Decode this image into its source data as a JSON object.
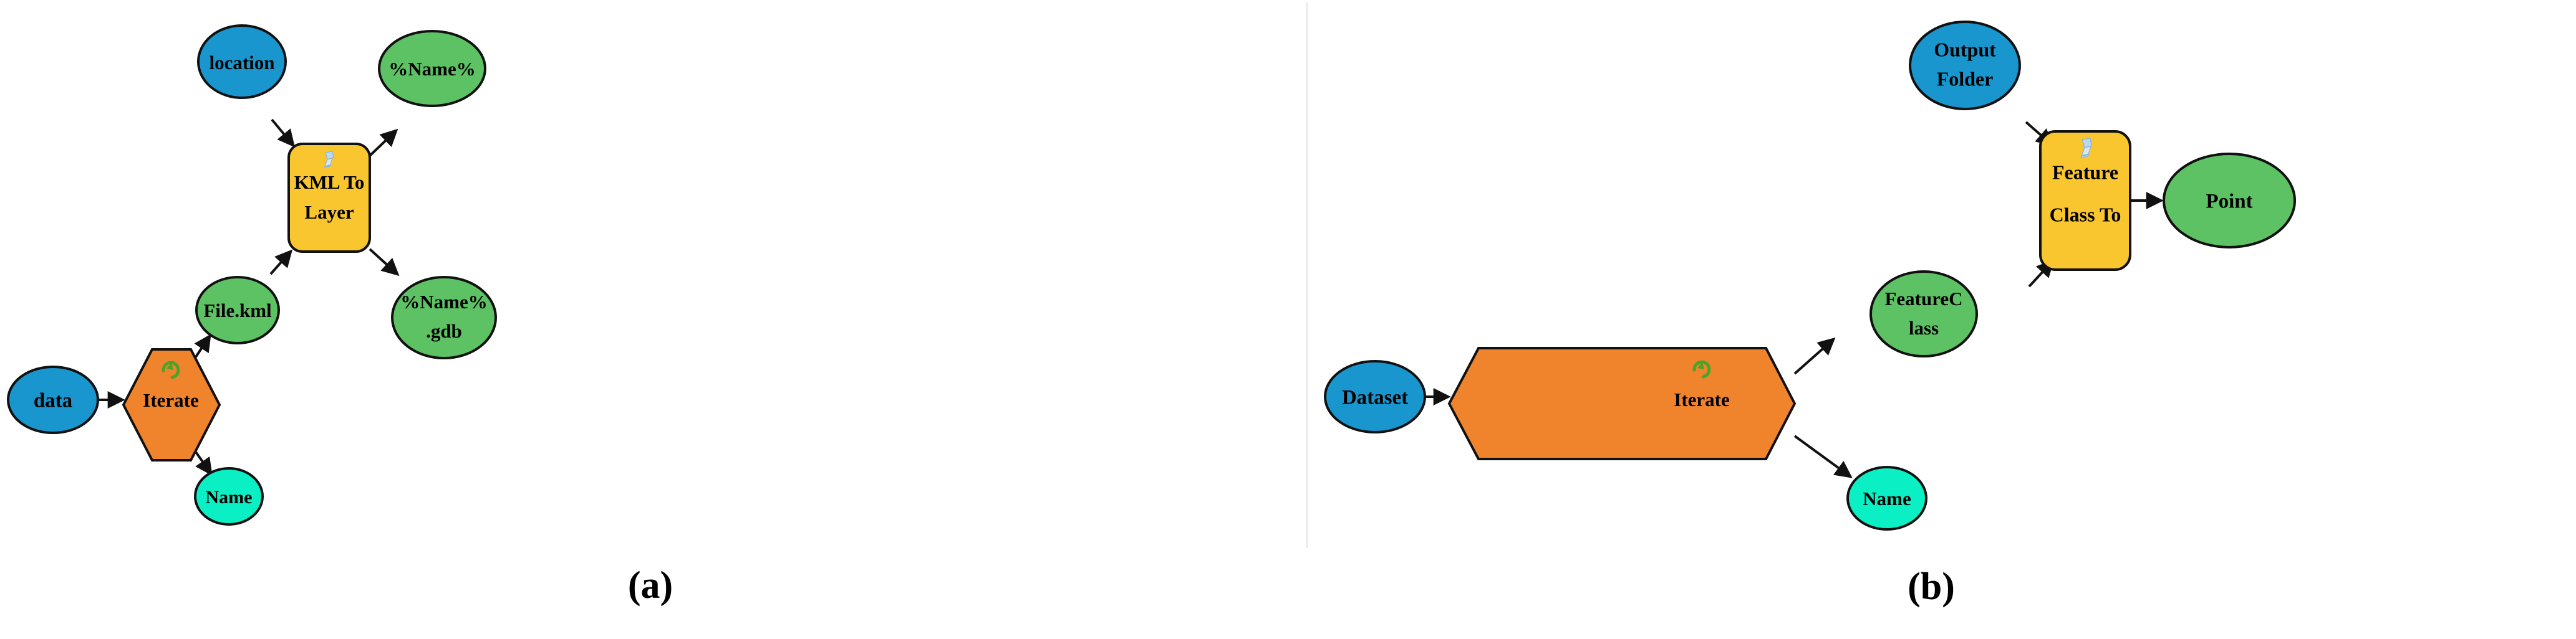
{
  "figure": {
    "type": "flowchart-pair",
    "background_color": "#ffffff",
    "divider_color": "#e9e9ea",
    "palette": {
      "blue_variable": "#1896CD",
      "green_variable": "#5DC263",
      "cyan_variable": "#0AEFC3",
      "orange_iterator": "#F0842C",
      "yellow_tool": "#FAC62F",
      "outline": "#111111",
      "text": "#000000",
      "loop_icon": "#4CA32A",
      "tool_icon": "#A8CDEA"
    }
  },
  "panels": [
    {
      "id": "panel-a",
      "caption": "(a)",
      "nodes": [
        {
          "id": "a-data",
          "label": "data",
          "lines": [
            "data"
          ],
          "shape": "ellipse",
          "role": "input-variable",
          "color": "#1896CD"
        },
        {
          "id": "a-iterate",
          "label": "Iterate",
          "lines": [
            "Iterate"
          ],
          "shape": "hexagon",
          "role": "iterator",
          "color": "#F0842C",
          "icon": "loop-icon"
        },
        {
          "id": "a-location",
          "label": "location",
          "lines": [
            "location"
          ],
          "shape": "ellipse",
          "role": "input-variable",
          "color": "#1896CD"
        },
        {
          "id": "a-filekml",
          "label": "File.kml",
          "lines": [
            "File.kml"
          ],
          "shape": "ellipse",
          "role": "derived-variable",
          "color": "#5DC263"
        },
        {
          "id": "a-name",
          "label": "Name",
          "lines": [
            "Name"
          ],
          "shape": "ellipse",
          "role": "derived-variable",
          "color": "#0AEFC3"
        },
        {
          "id": "a-kmltolayer",
          "label": "KML To Layer",
          "lines": [
            "KML To",
            "Layer"
          ],
          "shape": "roundrect",
          "role": "tool",
          "color": "#FAC62F",
          "icon": "tool-icon"
        },
        {
          "id": "a-outname",
          "label": "%Name%",
          "lines": [
            "%Name%"
          ],
          "shape": "ellipse",
          "role": "output-variable",
          "color": "#5DC263"
        },
        {
          "id": "a-outgdb",
          "label": "%Name%.gdb",
          "lines": [
            "%Name%",
            ".gdb"
          ],
          "shape": "ellipse",
          "role": "output-variable",
          "color": "#5DC263"
        }
      ],
      "edges": [
        {
          "from": "a-data",
          "to": "a-iterate"
        },
        {
          "from": "a-iterate",
          "to": "a-filekml"
        },
        {
          "from": "a-iterate",
          "to": "a-name"
        },
        {
          "from": "a-location",
          "to": "a-kmltolayer"
        },
        {
          "from": "a-filekml",
          "to": "a-kmltolayer"
        },
        {
          "from": "a-kmltolayer",
          "to": "a-outname"
        },
        {
          "from": "a-kmltolayer",
          "to": "a-outgdb"
        }
      ]
    },
    {
      "id": "panel-b",
      "caption": "(b)",
      "nodes": [
        {
          "id": "b-dataset",
          "label": "Dataset",
          "lines": [
            "Dataset"
          ],
          "shape": "ellipse",
          "role": "input-variable",
          "color": "#1896CD"
        },
        {
          "id": "b-iterate",
          "label": "Iterate",
          "lines": [
            "Iterate"
          ],
          "shape": "hexagon",
          "role": "iterator",
          "color": "#F0842C",
          "icon": "loop-icon"
        },
        {
          "id": "b-outputfolder",
          "label": "Output Folder",
          "lines": [
            "Output",
            "Folder"
          ],
          "shape": "ellipse",
          "role": "input-variable",
          "color": "#1896CD"
        },
        {
          "id": "b-featureclass",
          "label": "FeatureClass",
          "lines": [
            "FeatureC",
            "lass"
          ],
          "shape": "ellipse",
          "role": "derived-variable",
          "color": "#5DC263"
        },
        {
          "id": "b-name",
          "label": "Name",
          "lines": [
            "Name"
          ],
          "shape": "ellipse",
          "role": "derived-variable",
          "color": "#0AEFC3"
        },
        {
          "id": "b-fctopoint",
          "label": "Feature Class To",
          "lines": [
            "Feature",
            "Class To"
          ],
          "shape": "roundrect",
          "role": "tool",
          "color": "#FAC62F",
          "icon": "tool-icon"
        },
        {
          "id": "b-point",
          "label": "Point",
          "lines": [
            "Point"
          ],
          "shape": "ellipse",
          "role": "output-variable",
          "color": "#5DC263"
        }
      ],
      "edges": [
        {
          "from": "b-dataset",
          "to": "b-iterate"
        },
        {
          "from": "b-iterate",
          "to": "b-featureclass"
        },
        {
          "from": "b-iterate",
          "to": "b-name"
        },
        {
          "from": "b-outputfolder",
          "to": "b-fctopoint"
        },
        {
          "from": "b-featureclass",
          "to": "b-fctopoint"
        },
        {
          "from": "b-fctopoint",
          "to": "b-point"
        }
      ]
    }
  ],
  "labels": {
    "a_data": "data",
    "a_iterate": "Iterate",
    "a_location": "location",
    "a_filekml": "File.kml",
    "a_name": "Name",
    "a_kml_line1": "KML To",
    "a_kml_line2": "Layer",
    "a_outname": "%Name%",
    "a_outgdb_line1": "%Name%",
    "a_outgdb_line2": ".gdb",
    "a_caption": "(a)",
    "b_dataset": "Dataset",
    "b_iterate": "Iterate",
    "b_output_line1": "Output",
    "b_output_line2": "Folder",
    "b_fc_line1": "FeatureC",
    "b_fc_line2": "lass",
    "b_name": "Name",
    "b_tool_line1": "Feature",
    "b_tool_line2": "Class To",
    "b_point": "Point",
    "b_caption": "(b)"
  }
}
